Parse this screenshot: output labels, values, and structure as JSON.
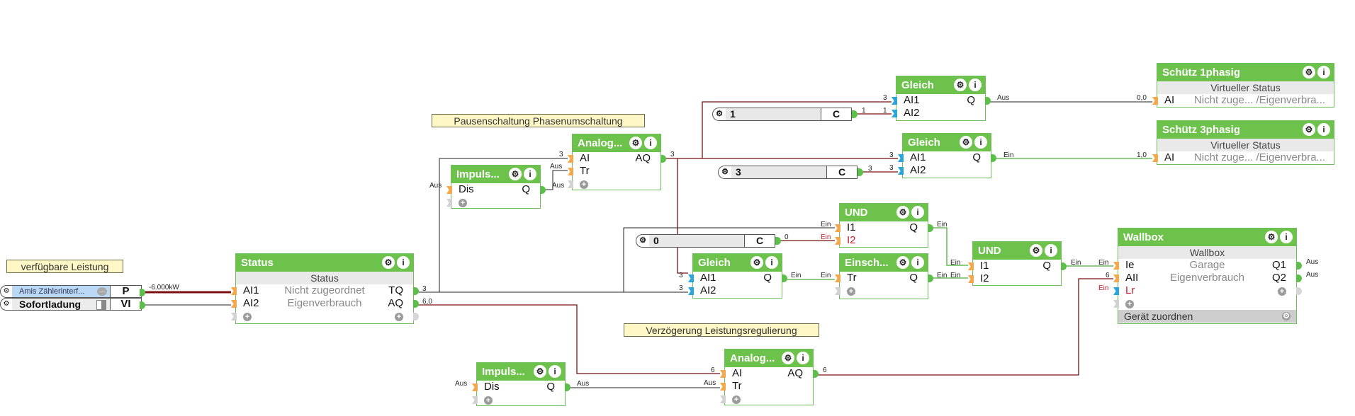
{
  "colors": {
    "block_header": "#6cc24a",
    "analog_wire": "#7a1010",
    "digital_wire_on": "#4aae3a",
    "digital_wire_off": "#222222",
    "note_bg": "#fff7c6",
    "input_pin": "#f5a84a",
    "analog_pin": "#2aa6dc",
    "output_pin": "#5cbf4a",
    "inverted_label": "#c0202a"
  },
  "notes": {
    "available_power": "verfügbare Leistung",
    "pause_phase": "Pausenschaltung Phasenumschaltung",
    "delay_power": "Verzögerung Leistungsregulierung"
  },
  "inputs": [
    {
      "name": "Amis Zählerinterf...",
      "pin": "P",
      "icon": "more-icon",
      "value": "-6.000kW"
    },
    {
      "name": "Sofortladung",
      "pin": "VI",
      "icon": "switch-icon"
    }
  ],
  "icons": {
    "gear": "gear-icon",
    "info": "info-icon",
    "plus": "plus-icon"
  },
  "blocks": {
    "status": {
      "title": "Status",
      "subtitle": "Status",
      "rows": [
        {
          "in": "AI1",
          "mid": "Nicht zugeordnet",
          "out": "TQ",
          "out_val": "3"
        },
        {
          "in": "AI2",
          "mid": "Eigenverbrauch",
          "out": "AQ",
          "out_val": "6,0"
        }
      ]
    },
    "impuls_top": {
      "title": "Impuls...",
      "in": "Dis",
      "out": "Q",
      "in_val": "Aus",
      "out_val": "Aus"
    },
    "analog_top": {
      "title": "Analog...",
      "in1": "AI",
      "in2": "Tr",
      "out": "AQ",
      "in1_val": "3",
      "in2_val": "Aus",
      "out_val": "3"
    },
    "gleich_top": {
      "title": "Gleich",
      "in1": "AI1",
      "in2": "AI2",
      "out": "Q",
      "in1_val": "3",
      "in2_val": "1",
      "out_val": "Aus"
    },
    "gleich_two": {
      "title": "Gleich",
      "in1": "AI1",
      "in2": "AI2",
      "out": "Q",
      "in1_val": "3",
      "in2_val": "3",
      "out_val": "Ein"
    },
    "gleich_mid": {
      "title": "Gleich",
      "in1": "AI1",
      "in2": "AI2",
      "out": "Q",
      "in1_val": "3",
      "in2_val": "3",
      "out_val": "Ein"
    },
    "und_top": {
      "title": "UND",
      "in1": "I1",
      "in2": "I2",
      "out": "Q",
      "in1_val": "Ein",
      "in2_val": "Ein",
      "out_val": "Ein"
    },
    "einsch": {
      "title": "Einsch...",
      "in": "Tr",
      "out": "Q",
      "in_val": "Ein",
      "out_val": "Ein"
    },
    "und_two": {
      "title": "UND",
      "in1": "I1",
      "in2": "I2",
      "out": "Q",
      "in1_val": "Ein",
      "in2_val": "Ein",
      "out_val": "Ein"
    },
    "wallbox": {
      "title": "Wallbox",
      "subtitle": "Wallbox",
      "footer": "Gerät zuordnen",
      "rows": [
        {
          "in": "Ie",
          "mid": "Garage",
          "out": "Q1",
          "in_val": "Ein",
          "out_val": "Aus"
        },
        {
          "in": "AII",
          "mid": "Eigenverbrauch",
          "out": "Q2",
          "in_val": "6",
          "out_val": "Aus"
        },
        {
          "in": "Lr",
          "in_val": "Ein"
        }
      ]
    },
    "schuetz1": {
      "title": "Schütz 1phasig",
      "subtitle": "Virtueller Status",
      "in": "AI",
      "mid": "Nicht zuge... /Eigenverbra...",
      "in_val": "0,0"
    },
    "schuetz3": {
      "title": "Schütz 3phasig",
      "subtitle": "Virtueller Status",
      "in": "AI",
      "mid": "Nicht zuge... /Eigenverbra...",
      "in_val": "1,0"
    },
    "impuls_bottom": {
      "title": "Impuls...",
      "in": "Dis",
      "out": "Q",
      "in_val": "Aus",
      "out_val": "Aus"
    },
    "analog_bottom": {
      "title": "Analog...",
      "in1": "AI",
      "in2": "Tr",
      "out": "AQ",
      "in1_val": "6",
      "in2_val": "Aus",
      "out_val": "6"
    }
  },
  "constants": [
    {
      "value": "1",
      "pin": "C",
      "out_val": "1"
    },
    {
      "value": "3",
      "pin": "C",
      "out_val": "3"
    },
    {
      "value": "0",
      "pin": "C",
      "out_val": "0"
    }
  ]
}
